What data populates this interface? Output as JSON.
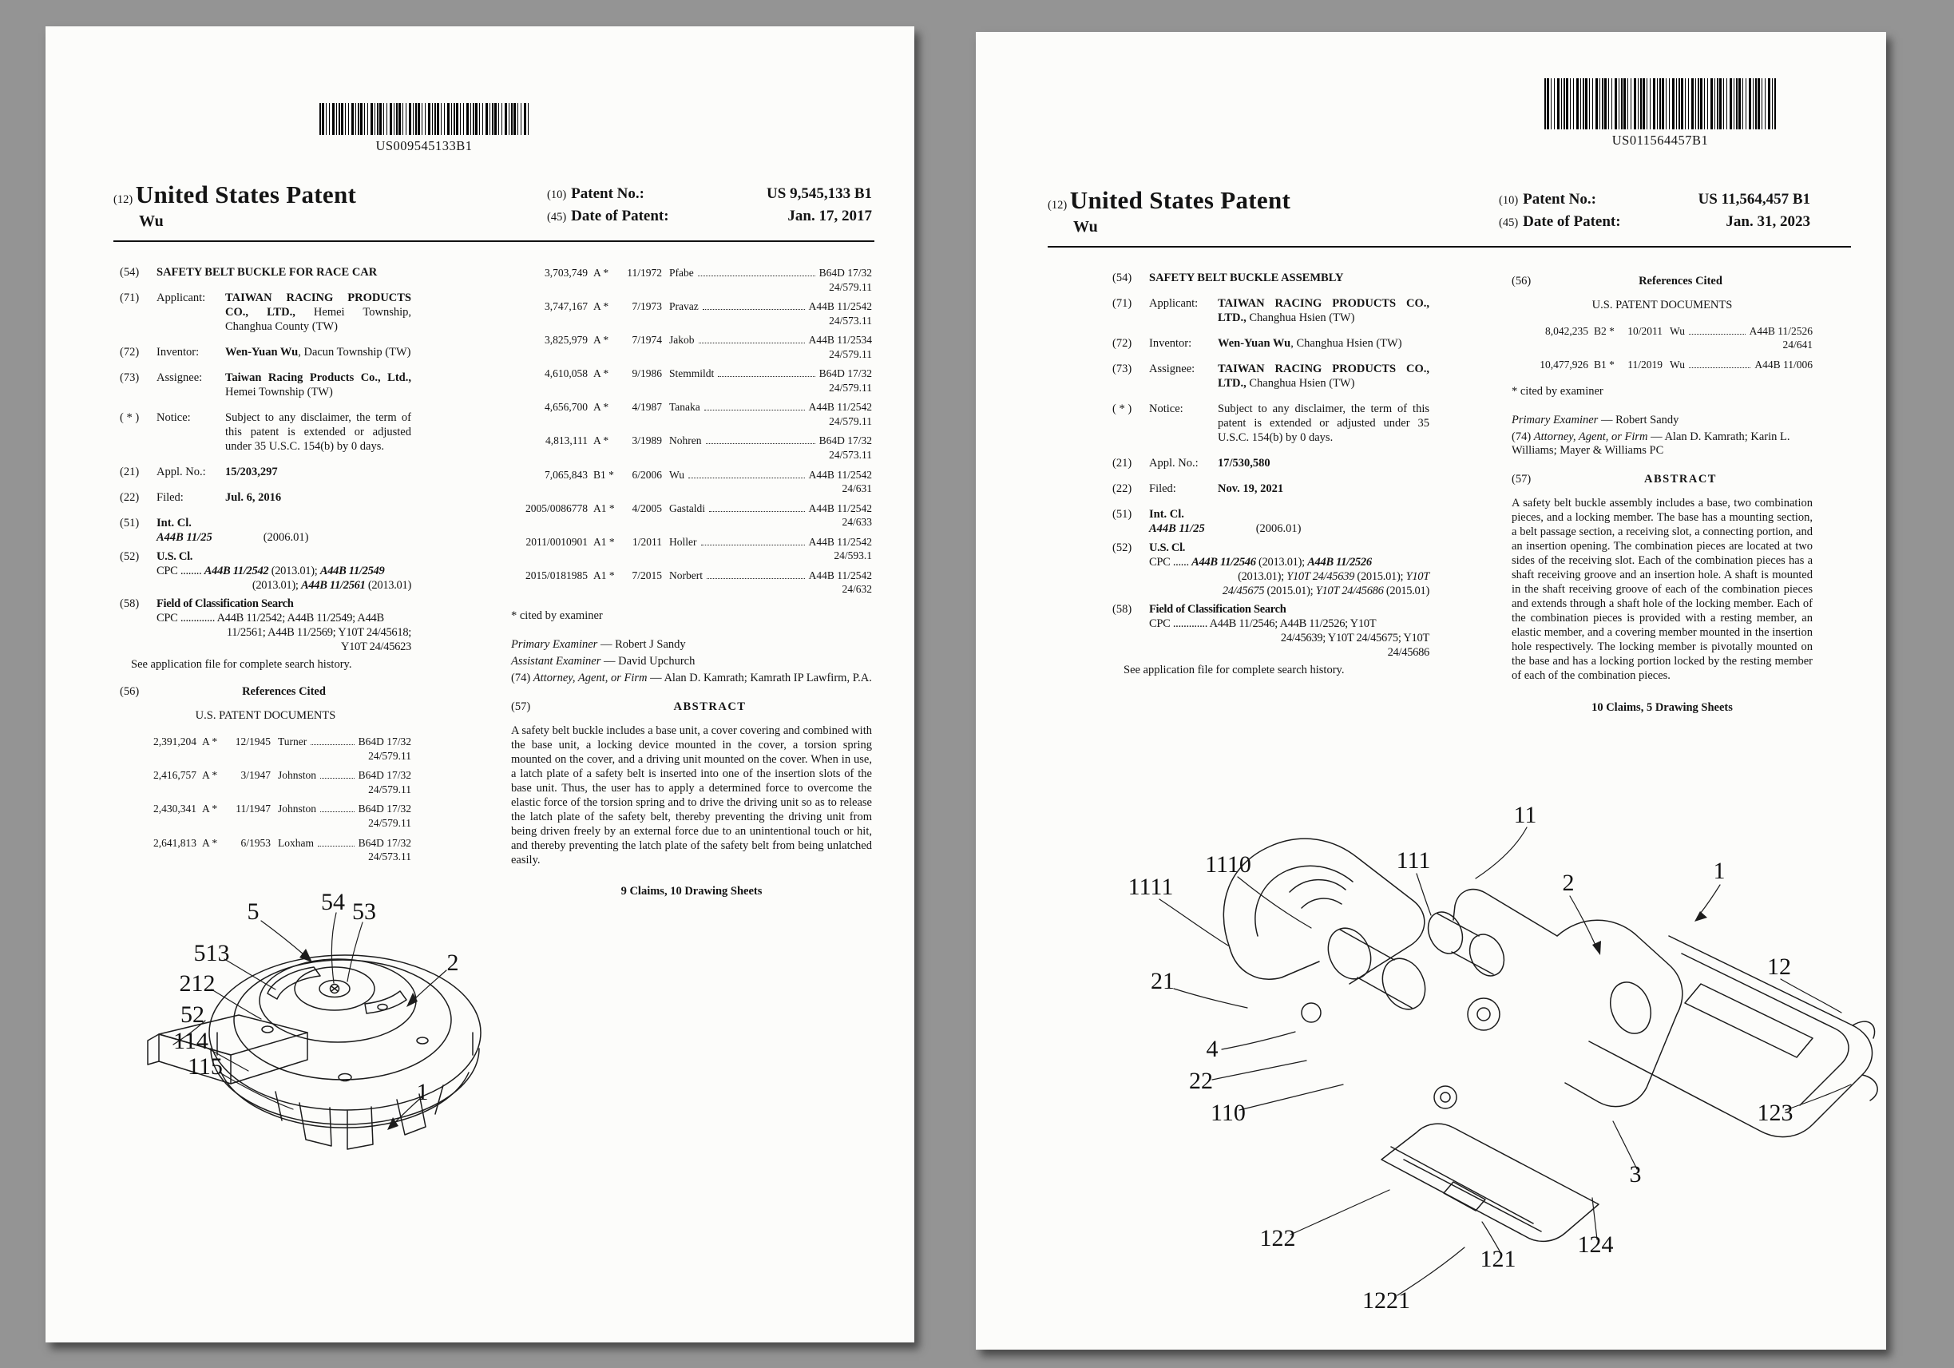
{
  "colors": {
    "backdrop": "#949494",
    "paper": "#fcfcfa",
    "ink": "#141414"
  },
  "p1": {
    "barcode_text": "US009545133B1",
    "header": {
      "n12": "(12)",
      "title": "United States Patent",
      "author": "Wu",
      "n10": "(10)",
      "patent_no_label": "Patent No.:",
      "patent_no": "US 9,545,133 B1",
      "n45": "(45)",
      "date_label": "Date of Patent:",
      "date": "Jan. 17, 2017"
    },
    "title_field": {
      "num": "(54)",
      "text": "SAFETY BELT BUCKLE FOR RACE CAR"
    },
    "applicant": {
      "num": "(71)",
      "label": "Applicant:",
      "bold": "TAIWAN RACING PRODUCTS CO., LTD.,",
      "rest": " Hemei Township, Changhua County (TW)"
    },
    "inventor": {
      "num": "(72)",
      "label": "Inventor:",
      "bold": "Wen-Yuan Wu",
      "rest": ", Dacun Township (TW)"
    },
    "assignee": {
      "num": "(73)",
      "label": "Assignee:",
      "bold": "Taiwan Racing Products Co., Ltd.,",
      "rest": " Hemei Township (TW)"
    },
    "notice": {
      "num": "( * )",
      "label": "Notice:",
      "text": "Subject to any disclaimer, the term of this patent is extended or adjusted under 35 U.S.C. 154(b) by 0 days."
    },
    "appl": {
      "num": "(21)",
      "label": "Appl. No.:",
      "value": "15/203,297"
    },
    "filed": {
      "num": "(22)",
      "label": "Filed:",
      "value": "Jul. 6, 2016"
    },
    "intcl": {
      "num": "(51)",
      "label": "Int. Cl.",
      "code": "A44B 11/25",
      "year": "(2006.01)"
    },
    "uscl": {
      "num": "(52)",
      "label": "U.S. Cl.",
      "l1": [
        "CPC ........ ",
        "A44B 11/2542",
        " (2013.01); ",
        "A44B 11/2549"
      ],
      "l2": [
        "(2013.01); ",
        "A44B 11/2561",
        " (2013.01)"
      ]
    },
    "field": {
      "num": "(58)",
      "label": "Field of Classification Search",
      "l1": "CPC ............. A44B 11/2542; A44B 11/2549; A44B",
      "l2": "11/2561; A44B 11/2569; Y10T 24/45618;",
      "l3": "Y10T 24/45623",
      "note": "See application file for complete search history."
    },
    "refs_head": {
      "num": "(56)",
      "label": "References Cited",
      "sub": "U.S. PATENT DOCUMENTS"
    },
    "refs_left": [
      {
        "no": "2,391,204",
        "kind": "A *",
        "date": "12/1945",
        "name": "Turner",
        "cls": "B64D 17/32",
        "cls2": "24/579.11"
      },
      {
        "no": "2,416,757",
        "kind": "A *",
        "date": "3/1947",
        "name": "Johnston",
        "cls": "B64D 17/32",
        "cls2": "24/579.11"
      },
      {
        "no": "2,430,341",
        "kind": "A *",
        "date": "11/1947",
        "name": "Johnston",
        "cls": "B64D 17/32",
        "cls2": "24/579.11"
      },
      {
        "no": "2,641,813",
        "kind": "A *",
        "date": "6/1953",
        "name": "Loxham",
        "cls": "B64D 17/32",
        "cls2": "24/573.11"
      }
    ],
    "refs_right": [
      {
        "no": "3,703,749",
        "kind": "A *",
        "date": "11/1972",
        "name": "Pfabe",
        "cls": "B64D 17/32",
        "cls2": "24/579.11"
      },
      {
        "no": "3,747,167",
        "kind": "A *",
        "date": "7/1973",
        "name": "Pravaz",
        "cls": "A44B 11/2542",
        "cls2": "24/573.11"
      },
      {
        "no": "3,825,979",
        "kind": "A *",
        "date": "7/1974",
        "name": "Jakob",
        "cls": "A44B 11/2534",
        "cls2": "24/579.11"
      },
      {
        "no": "4,610,058",
        "kind": "A *",
        "date": "9/1986",
        "name": "Stemmildt",
        "cls": "B64D 17/32",
        "cls2": "24/579.11"
      },
      {
        "no": "4,656,700",
        "kind": "A *",
        "date": "4/1987",
        "name": "Tanaka",
        "cls": "A44B 11/2542",
        "cls2": "24/579.11"
      },
      {
        "no": "4,813,111",
        "kind": "A *",
        "date": "3/1989",
        "name": "Nohren",
        "cls": "B64D 17/32",
        "cls2": "24/573.11"
      },
      {
        "no": "7,065,843",
        "kind": "B1 *",
        "date": "6/2006",
        "name": "Wu",
        "cls": "A44B 11/2542",
        "cls2": "24/631"
      },
      {
        "no": "2005/0086778",
        "kind": "A1 *",
        "date": "4/2005",
        "name": "Gastaldi",
        "cls": "A44B 11/2542",
        "cls2": "24/633"
      },
      {
        "no": "2011/0010901",
        "kind": "A1 *",
        "date": "1/2011",
        "name": "Holler",
        "cls": "A44B 11/2542",
        "cls2": "24/593.1"
      },
      {
        "no": "2015/0181985",
        "kind": "A1 *",
        "date": "7/2015",
        "name": "Norbert",
        "cls": "A44B 11/2542",
        "cls2": "24/632"
      }
    ],
    "cited": "* cited by examiner",
    "primary_examiner": {
      "label": "Primary Examiner",
      "value": " — Robert J Sandy"
    },
    "assistant_examiner": {
      "label": "Assistant Examiner",
      "value": " — David Upchurch"
    },
    "attorney": {
      "num": "(74) ",
      "label": "Attorney, Agent, or Firm",
      "value": " — Alan D. Kamrath; Kamrath IP Lawfirm, P.A."
    },
    "abstract": {
      "num": "(57)",
      "label": "ABSTRACT",
      "text": "A safety belt buckle includes a base unit, a cover covering and combined with the base unit, a locking device mounted in the cover, a torsion spring mounted on the cover, and a driving unit mounted on the cover. When in use, a latch plate of a safety belt is inserted into one of the insertion slots of the base unit. Thus, the user has to apply a determined force to overcome the elastic force of the torsion spring and to drive the driving unit so as to release the latch plate of the safety belt, thereby preventing the driving unit from being driven freely by an external force due to an unintentional touch or hit, and thereby preventing the latch plate of the safety belt from being unlatched easily."
    },
    "claims": "9 Claims, 10 Drawing Sheets",
    "fig_labels": [
      "54",
      "53",
      "5",
      "513",
      "212",
      "52",
      "114",
      "115",
      "2",
      "1"
    ]
  },
  "p2": {
    "barcode_text": "US011564457B1",
    "header": {
      "n12": "(12)",
      "title": "United States Patent",
      "author": "Wu",
      "n10": "(10)",
      "patent_no_label": "Patent No.:",
      "patent_no": "US 11,564,457 B1",
      "n45": "(45)",
      "date_label": "Date of Patent:",
      "date": "Jan. 31, 2023"
    },
    "title_field": {
      "num": "(54)",
      "text": "SAFETY BELT BUCKLE ASSEMBLY"
    },
    "applicant": {
      "num": "(71)",
      "label": "Applicant:",
      "bold": "TAIWAN RACING PRODUCTS CO., LTD.,",
      "rest": " Changhua Hsien (TW)"
    },
    "inventor": {
      "num": "(72)",
      "label": "Inventor:",
      "bold": "Wen-Yuan Wu",
      "rest": ", Changhua Hsien (TW)"
    },
    "assignee": {
      "num": "(73)",
      "label": "Assignee:",
      "bold": "TAIWAN RACING PRODUCTS CO., LTD.,",
      "rest": " Changhua Hsien (TW)"
    },
    "notice": {
      "num": "( * )",
      "label": "Notice:",
      "text": "Subject to any disclaimer, the term of this patent is extended or adjusted under 35 U.S.C. 154(b) by 0 days."
    },
    "appl": {
      "num": "(21)",
      "label": "Appl. No.:",
      "value": "17/530,580"
    },
    "filed": {
      "num": "(22)",
      "label": "Filed:",
      "value": "Nov. 19, 2021"
    },
    "intcl": {
      "num": "(51)",
      "label": "Int. Cl.",
      "code": "A44B 11/25",
      "year": "(2006.01)"
    },
    "uscl": {
      "num": "(52)",
      "label": "U.S. Cl.",
      "l1": [
        "CPC ...... ",
        "A44B 11/2546",
        " (2013.01); ",
        "A44B 11/2526"
      ],
      "l2": [
        "(2013.01); ",
        "Y10T 24/45639",
        " (2015.01); ",
        "Y10T"
      ],
      "l3": [
        "24/45675",
        " (2015.01); ",
        "Y10T 24/45686",
        " (2015.01)"
      ]
    },
    "field": {
      "num": "(58)",
      "label": "Field of Classification Search",
      "l1": "CPC ............. A44B 11/2546; A44B 11/2526; Y10T",
      "l2": "24/45639; Y10T 24/45675; Y10T",
      "l3": "24/45686",
      "note": "See application file for complete search history."
    },
    "refs_head": {
      "num": "(56)",
      "label": "References Cited",
      "sub": "U.S. PATENT DOCUMENTS"
    },
    "refs": [
      {
        "no": "8,042,235",
        "kind": "B2 *",
        "date": "10/2011",
        "name": "Wu",
        "cls": "A44B 11/2526",
        "cls2": "24/641"
      },
      {
        "no": "10,477,926",
        "kind": "B1 *",
        "date": "11/2019",
        "name": "Wu",
        "cls": "A44B 11/006",
        "cls2": ""
      }
    ],
    "cited": "* cited by examiner",
    "primary_examiner": {
      "label": "Primary Examiner",
      "value": " — Robert Sandy"
    },
    "attorney": {
      "num": "(74) ",
      "label": "Attorney, Agent, or Firm",
      "value": " — Alan D. Kamrath; Karin L. Williams; Mayer & Williams PC"
    },
    "abstract": {
      "num": "(57)",
      "label": "ABSTRACT",
      "text": "A safety belt buckle assembly includes a base, two combination pieces, and a locking member. The base has a mounting section, a belt passage section, a receiving slot, a connecting portion, and an insertion opening. The combination pieces are located at two sides of the receiving slot. Each of the combination pieces has a shaft receiving groove and an insertion hole. A shaft is mounted in the shaft receiving groove of each of the combination pieces and extends through a shaft hole of the locking member. Each of the combination pieces is provided with a resting member, an elastic member, and a covering member mounted in the insertion hole respectively. The locking member is pivotally mounted on the base and has a locking portion locked by the resting member of each of the combination pieces."
    },
    "claims": "10 Claims, 5 Drawing Sheets",
    "fig_labels": [
      "11",
      "1110",
      "1111",
      "111",
      "2",
      "1",
      "21",
      "12",
      "4",
      "22",
      "110",
      "123",
      "3",
      "122",
      "121",
      "124",
      "1221"
    ]
  }
}
